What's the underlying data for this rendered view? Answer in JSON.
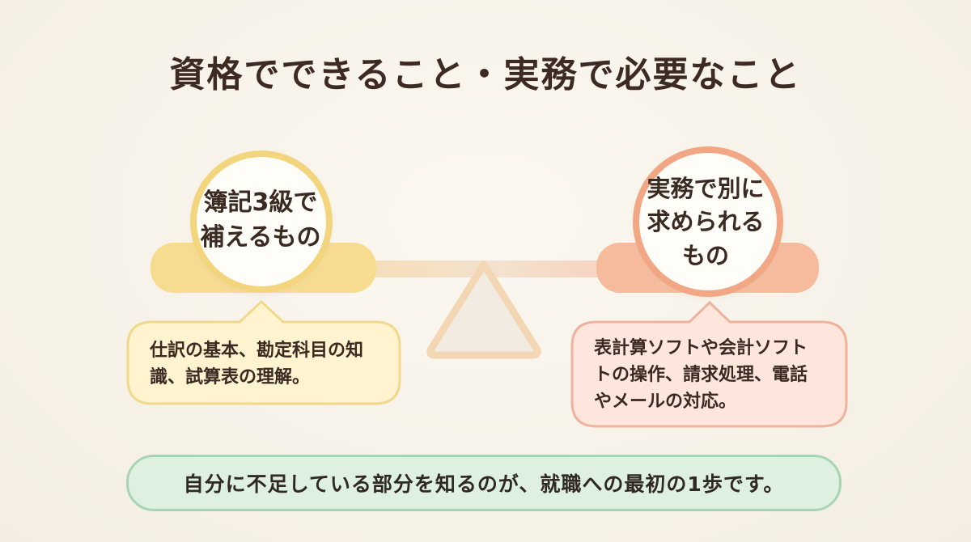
{
  "title": "資格でできること・実務で必要なこと",
  "left": {
    "circle_text": "簿記3級で\n補えるもの",
    "bubble_text": "仕訳の基本、勘定科目の知\n識、試算表の理解。",
    "colors": {
      "circle_border": "#f2d57c",
      "plate_fill": "#f7dc90",
      "bubble_fill": "#fff4cf",
      "bubble_border": "#f1d98b"
    }
  },
  "right": {
    "circle_text": "実務で別に\n求められる\nもの",
    "bubble_text": "表計算ソフトや会計ソフト\nトの操作、請求処理、電話\nやメールの対応。",
    "colors": {
      "circle_border": "#f1a684",
      "plate_fill": "#f6bb9c",
      "bubble_fill": "#ffe6dc",
      "bubble_border": "#efb39d"
    }
  },
  "footer": {
    "text": "自分に不足している部分を知るのが、就職への最初の1歩です。",
    "colors": {
      "fill": "#def0e0",
      "border": "#a9d4b2"
    }
  },
  "beam_colors": {
    "left": "#f6ddb0",
    "right": "#f7cdb9"
  },
  "fulcrum_colors": {
    "fill": "#f1ebe2",
    "stroke": "#f3d6b4"
  }
}
